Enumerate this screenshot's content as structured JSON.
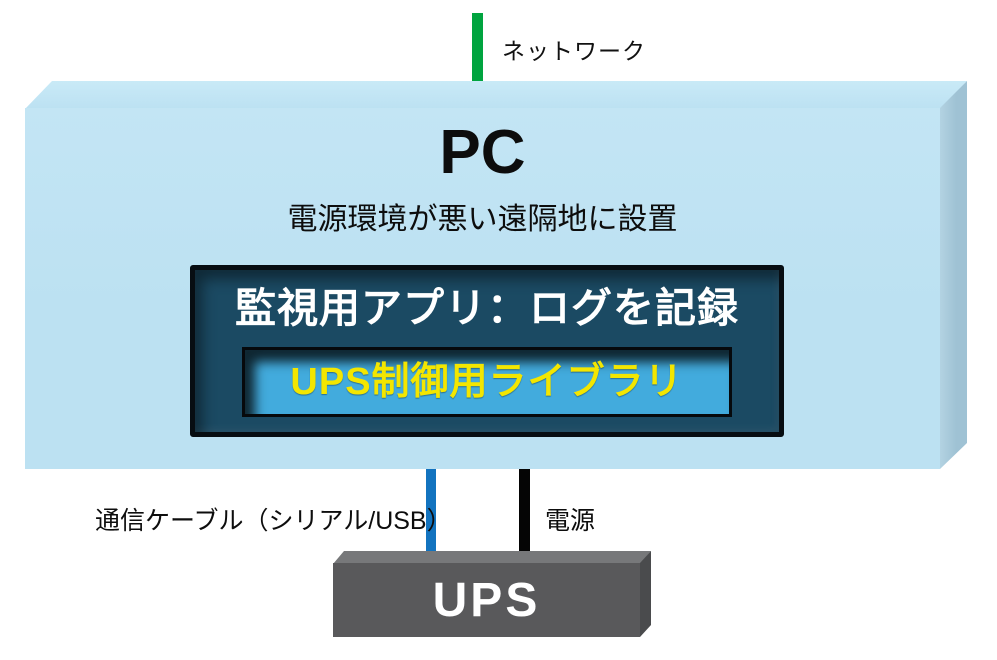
{
  "diagram": {
    "network_label": "ネットワーク",
    "pc": {
      "title": "PC",
      "subtitle": "電源環境が悪い遠隔地に設置",
      "app_label": "監視用アプリ：ログを記録",
      "library_label": "UPS制御用ライブラリ"
    },
    "cables": {
      "comm_label": "通信ケーブル（シリアル/USB）",
      "power_label": "電源"
    },
    "ups": {
      "title": "UPS"
    }
  },
  "colors": {
    "network-line": "#00a43f",
    "pc-front": "#bce1f2",
    "pc-front-light": "#c3e5f4",
    "pc-top": "#c9eaf7",
    "pc-side": "#9fc2d4",
    "pc-side-light": "#b3d3e2",
    "app-box-fill": "#1b4a63",
    "app-box-border": "#070d12",
    "library-fill": "#42abdd",
    "library-text": "#f3e600",
    "comm-line": "#1273bf",
    "power-line": "#050505",
    "ups-front": "#59595b",
    "ups-top": "#77787a",
    "ups-side": "#4a4b4d"
  }
}
